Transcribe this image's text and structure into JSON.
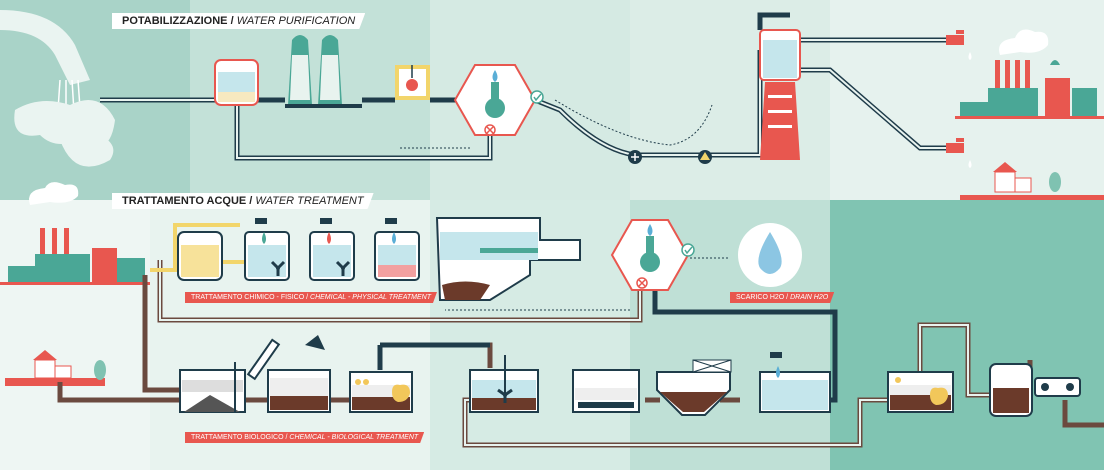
{
  "sections": {
    "potabilization": {
      "title": "POTABILIZZAZIONE",
      "title_en": "WATER PURIFICATION"
    },
    "treatment": {
      "title": "TRATTAMENTO ACQUE",
      "title_en": "WATER TREATMENT"
    }
  },
  "tags": {
    "chemical": {
      "it": "TRATTAMENTO CHIMICO - FISICO",
      "en": "CHEMICAL - PHYSICAL TREATMENT"
    },
    "drain": {
      "it": "SCARICO H2O",
      "en": "DRAIN H2O"
    },
    "biological": {
      "it": "TRATTAMENTO BIOLOGICO",
      "en": "CHEMICAL - BIOLOGICAL TREATMENT"
    }
  },
  "colors": {
    "bg_top": "#e2efe9",
    "bg_top_left": "#a9d3c8",
    "bg_bottom": "#cde5dc",
    "bg_bottom_right": "#7fc2b1",
    "water": "#c5e6ec",
    "pipe_dark": "#1f3c4a",
    "pipe_brown": "#6b4a3f",
    "pipe_yellow": "#f2d56b",
    "accent_red": "#e8574f",
    "teal": "#4aa796",
    "sludge": "#6b3a2a"
  },
  "icons": [
    "waterfall-pipe",
    "cooling-tower-icon",
    "lamp-icon",
    "lab-flask-icon",
    "check-icon",
    "cross-icon",
    "plus-icon",
    "pump-icon",
    "water-tower-icon",
    "tap-icon",
    "factory-icon",
    "houses-icon",
    "tree-icon",
    "drop-icon",
    "fan-icon",
    "duck-icon",
    "conveyor-icon"
  ]
}
